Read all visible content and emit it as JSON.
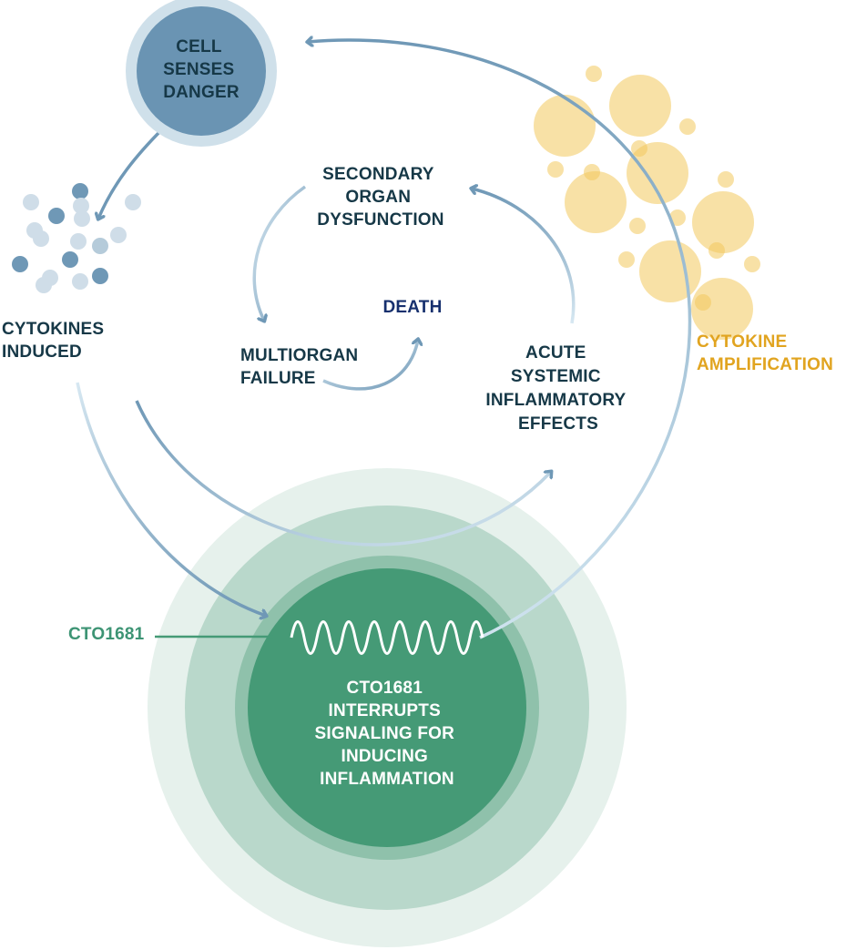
{
  "diagram": {
    "cell_senses_danger": [
      "CELL",
      "SENSES",
      "DANGER"
    ],
    "cytokines_induced": [
      "CYTOKINES",
      "INDUCED"
    ],
    "secondary_organ": [
      "SECONDARY",
      "ORGAN",
      "DYSFUNCTION"
    ],
    "death": "DEATH",
    "multiorgan_failure": [
      "MULTIORGAN",
      "FAILURE"
    ],
    "acute_systemic": [
      "ACUTE",
      "SYSTEMIC",
      "INFLAMMATORY",
      "EFFECTS"
    ],
    "cytokine_amplification": [
      "CYTOKINE",
      "AMPLIFICATION"
    ],
    "cto_label": "CTO1681",
    "cto_center": [
      "CTO1681",
      "INTERRUPTS",
      "SIGNALING FOR",
      "INDUCING",
      "INFLAMMATION"
    ]
  },
  "colors": {
    "steel_blue": "#6f98b6",
    "light_blue": "#cfe3ef",
    "cell_circle": "#6a94b3",
    "amber": "#f2c85c",
    "green_dark": "#459a76",
    "green_mid": "#b9d8cb",
    "green_light": "#e6f1ec",
    "text_dark": "#163847",
    "text_navy": "#17306e",
    "text_amber": "#e1a420"
  }
}
